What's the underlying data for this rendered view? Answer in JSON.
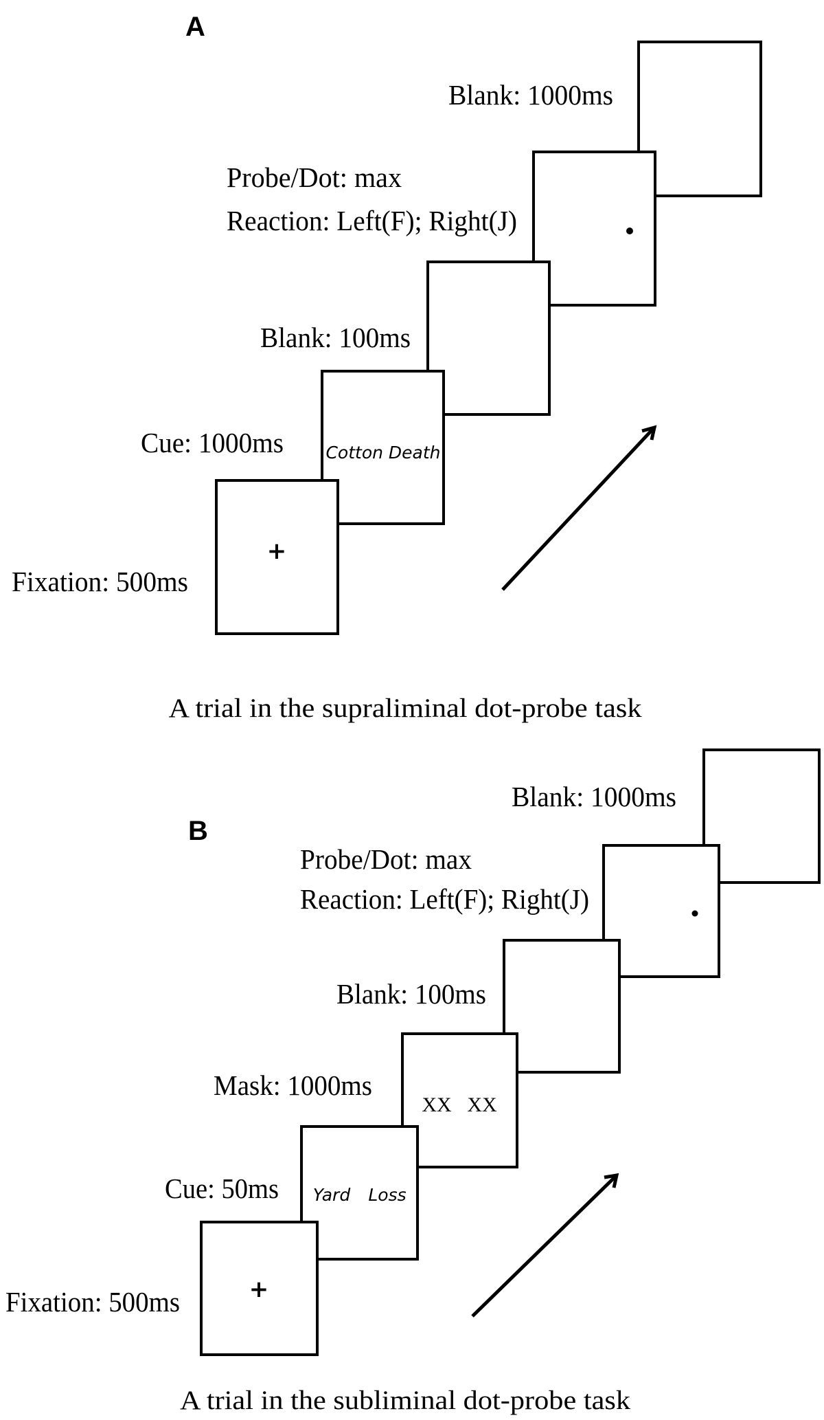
{
  "figure": {
    "panels": [
      {
        "letter": "A",
        "caption": "A trial in the supraliminal dot-probe task",
        "labels": {
          "fixation": "Fixation: 500ms",
          "cue": "Cue: 1000ms",
          "blank_short": "Blank: 100ms",
          "probe_line1": "Probe/Dot: max",
          "probe_line2": "Reaction: Left(F); Right(J)",
          "blank_long": "Blank: 1000ms"
        },
        "screens": {
          "fixation_symbol": "+",
          "cue_words": "Cotton Death",
          "probe_symbol": "•"
        },
        "arrow_icon": "diagonal-arrow-up-right"
      },
      {
        "letter": "B",
        "caption": "A trial in the subliminal dot-probe task",
        "labels": {
          "fixation": "Fixation: 500ms",
          "cue": "Cue: 50ms",
          "mask": "Mask: 1000ms",
          "blank_short": "Blank: 100ms",
          "probe_line1": "Probe/Dot: max",
          "probe_line2": "Reaction: Left(F); Right(J)",
          "blank_long": "Blank: 1000ms"
        },
        "screens": {
          "fixation_symbol": "+",
          "cue_word_left": "Yard",
          "cue_word_right": "Loss",
          "mask_left": "XX",
          "mask_right": "XX",
          "probe_symbol": "•"
        },
        "arrow_icon": "diagonal-arrow-up-right"
      }
    ]
  }
}
